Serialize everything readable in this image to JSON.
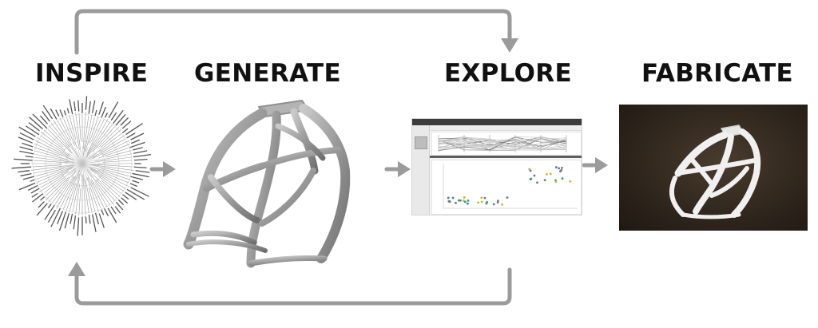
{
  "stages": [
    {
      "label": "INSPIRE"
    },
    {
      "label": "GENERATE"
    },
    {
      "label": "EXPLORE"
    },
    {
      "label": "FABRICATE"
    }
  ],
  "colors": {
    "arrow": "#9b9b9b",
    "label": "#111111",
    "model_gray": "#9e9e9e",
    "print_white": "#efefef",
    "photo_background": "#2e251c"
  },
  "icons": [
    "feedback-arrow-top",
    "feedback-arrow-bottom",
    "flow-arrow-right",
    "radial-tree",
    "generative-bracket-model",
    "explorer-app-screenshot",
    "printed-bracket-photo"
  ]
}
